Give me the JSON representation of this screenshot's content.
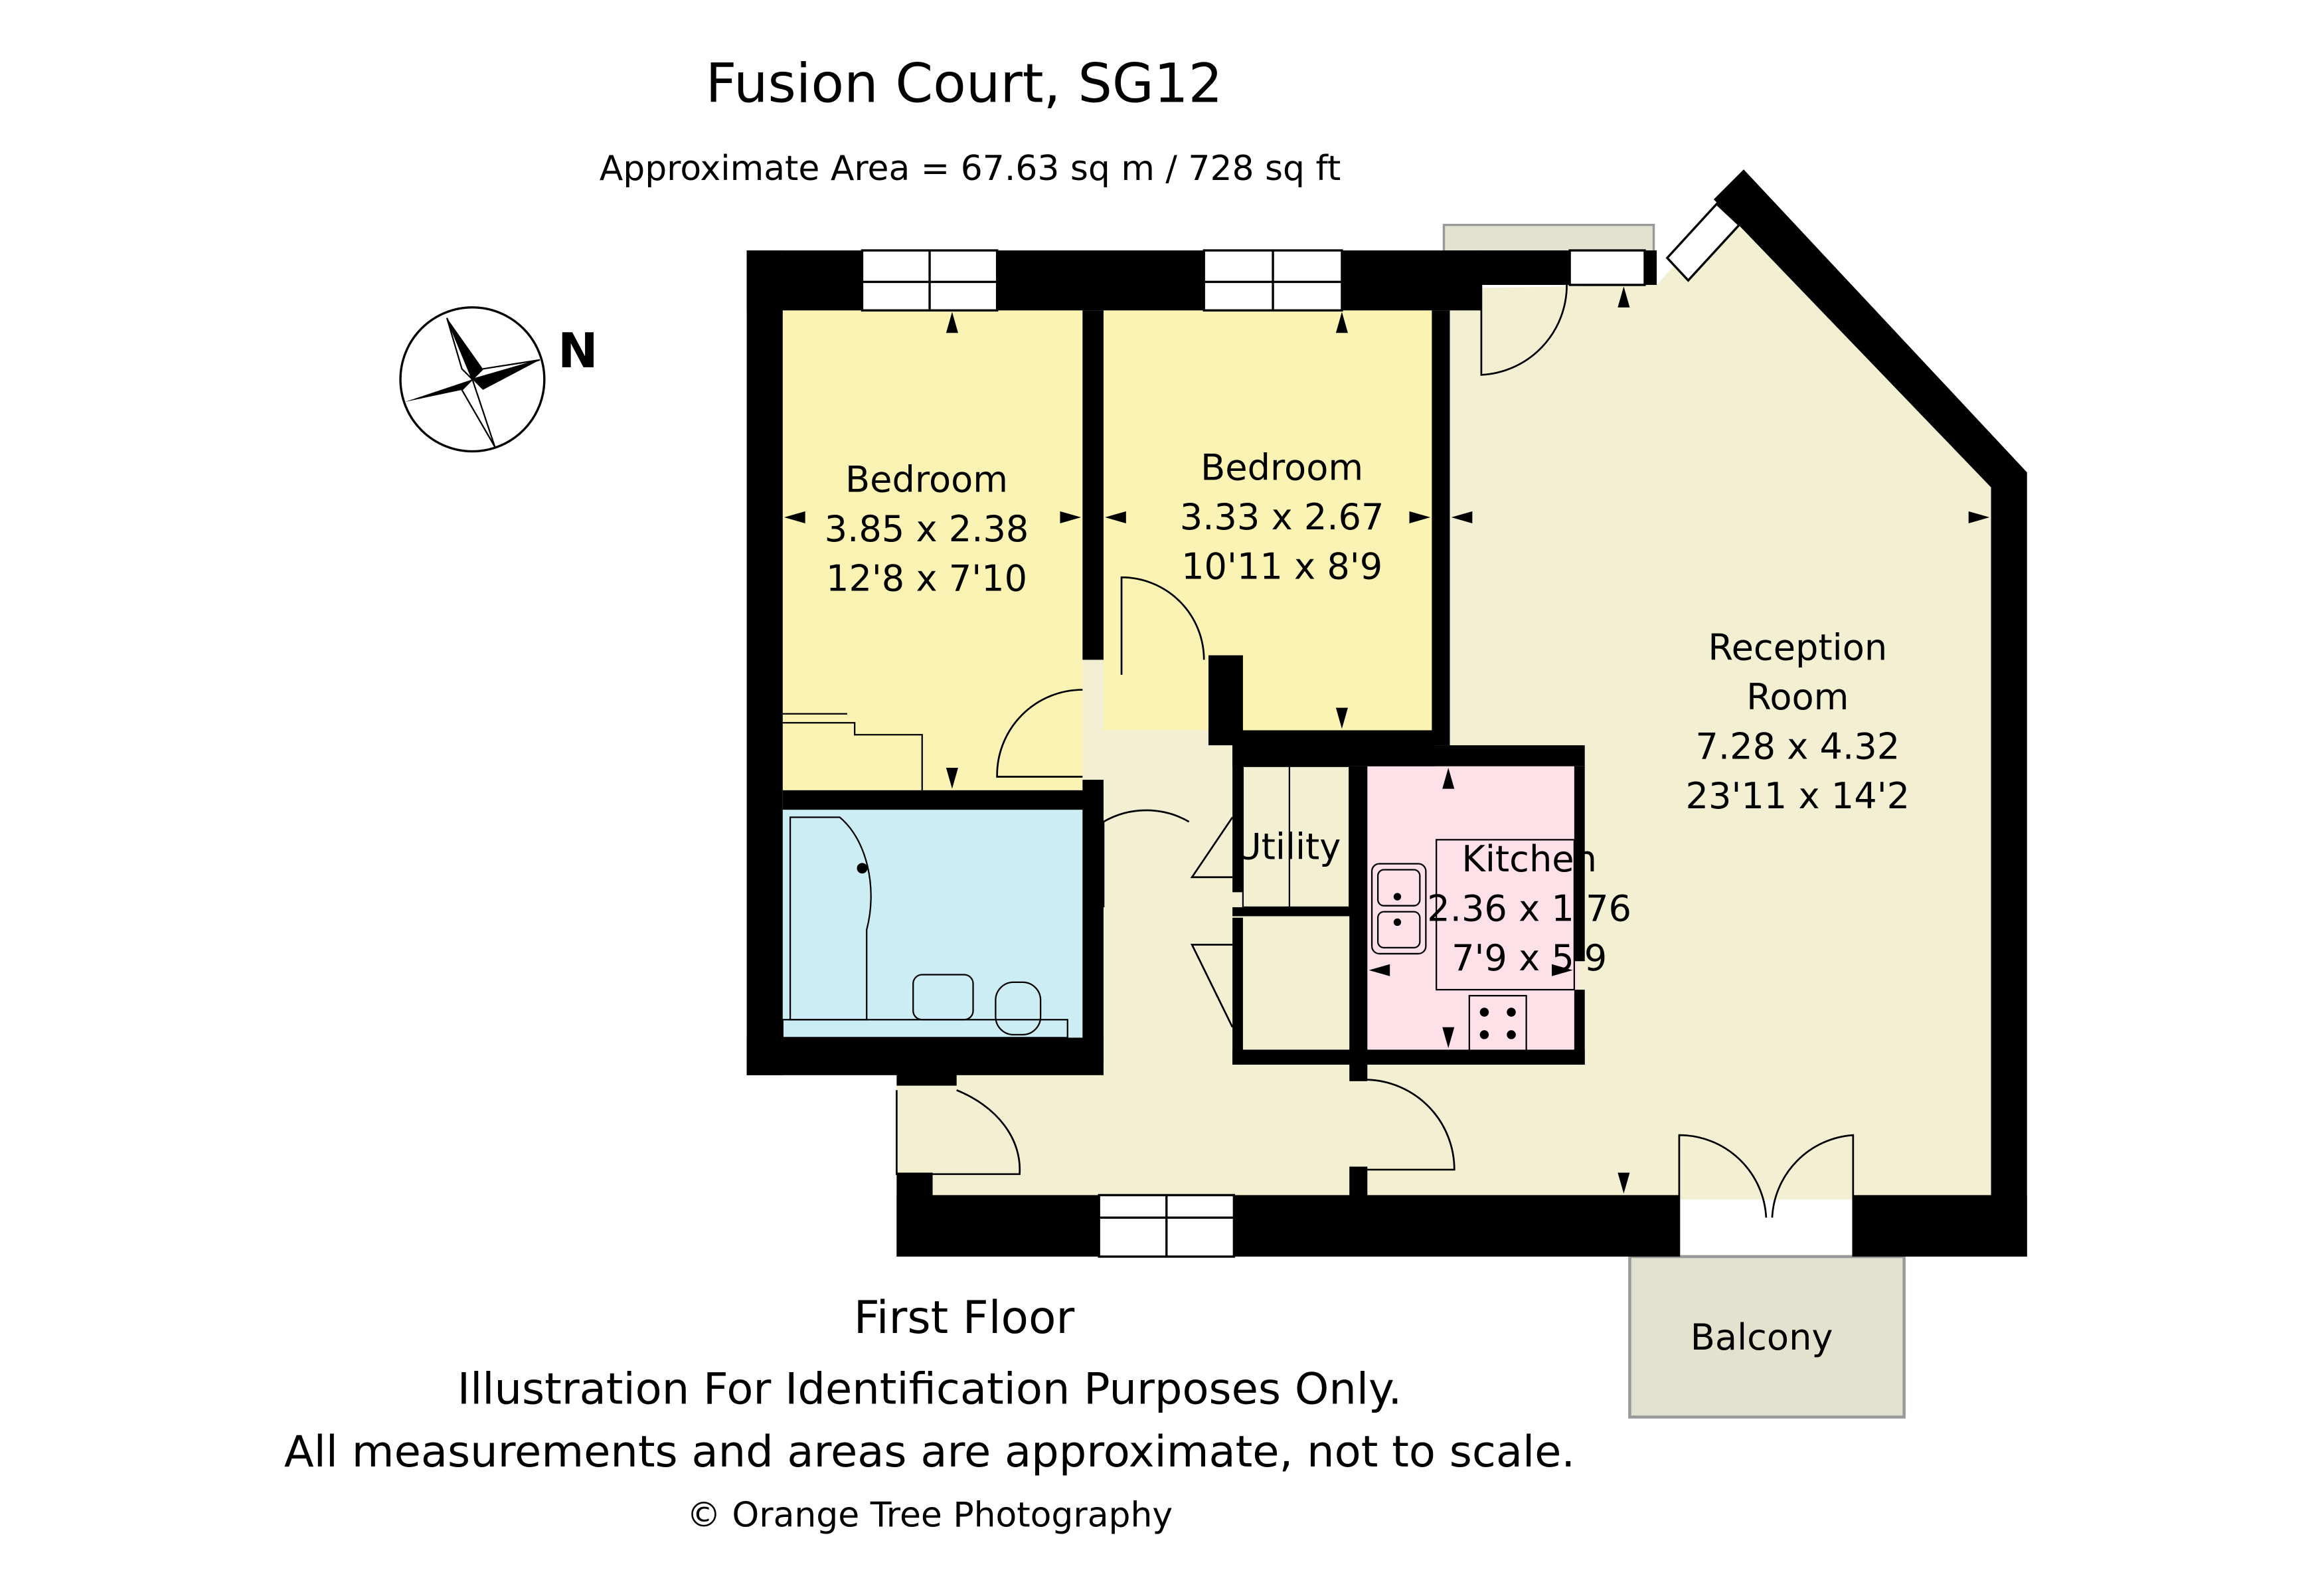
{
  "header": {
    "title": "Fusion Court, SG12",
    "area": "Approximate Area =  67.63 sq m / 728 sq ft"
  },
  "compass": {
    "label": "N"
  },
  "rooms": {
    "bedroom1": {
      "name": "Bedroom",
      "metric": "3.85 x 2.38",
      "imperial": "12'8 x 7'10"
    },
    "bedroom2": {
      "name": "Bedroom",
      "metric": "3.33 x 2.67",
      "imperial": "10'11 x 8'9"
    },
    "reception": {
      "name1": "Reception",
      "name2": "Room",
      "metric": "7.28 x 4.32",
      "imperial": "23'11 x 14'2"
    },
    "kitchen": {
      "name": "Kitchen",
      "metric": "2.36 x 1.76",
      "imperial": "7'9 x 5'9"
    },
    "utility": {
      "name": "Utility"
    },
    "balcony": {
      "name": "Balcony"
    }
  },
  "footer": {
    "floor": "First Floor",
    "disclaimer1": "Illustration For Identification Purposes Only.",
    "disclaimer2": "All measurements and areas are approximate, not to scale.",
    "copyright": "© Orange Tree Photography"
  },
  "colors": {
    "bedroom": "#fbf3b3",
    "bathroom": "#ccedf3",
    "kitchen": "#fde0e8",
    "living": "#f3efd2",
    "balcony": "#e3e2cf",
    "wall": "#000000"
  }
}
